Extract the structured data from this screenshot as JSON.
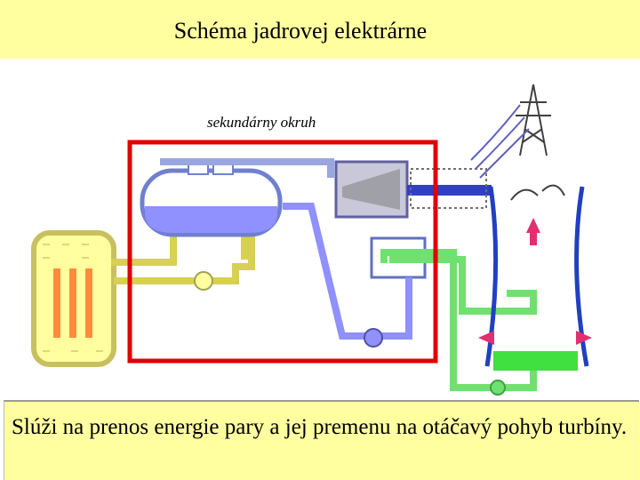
{
  "title": "Schéma jadrovej elektrárne",
  "diagram": {
    "secondary_circuit_label": "sekundárny okruh",
    "colors": {
      "reactor_fill": "#ffffa0",
      "primary_loop": "#e8e060",
      "secondary_loop": "#9090ff",
      "cooling_loop": "#70e070",
      "highlight_frame": "#e00000",
      "arrow_pink": "#e03070"
    }
  },
  "caption": "Slúži na prenos energie pary a jej premenu na otáčavý pohyb turbíny."
}
